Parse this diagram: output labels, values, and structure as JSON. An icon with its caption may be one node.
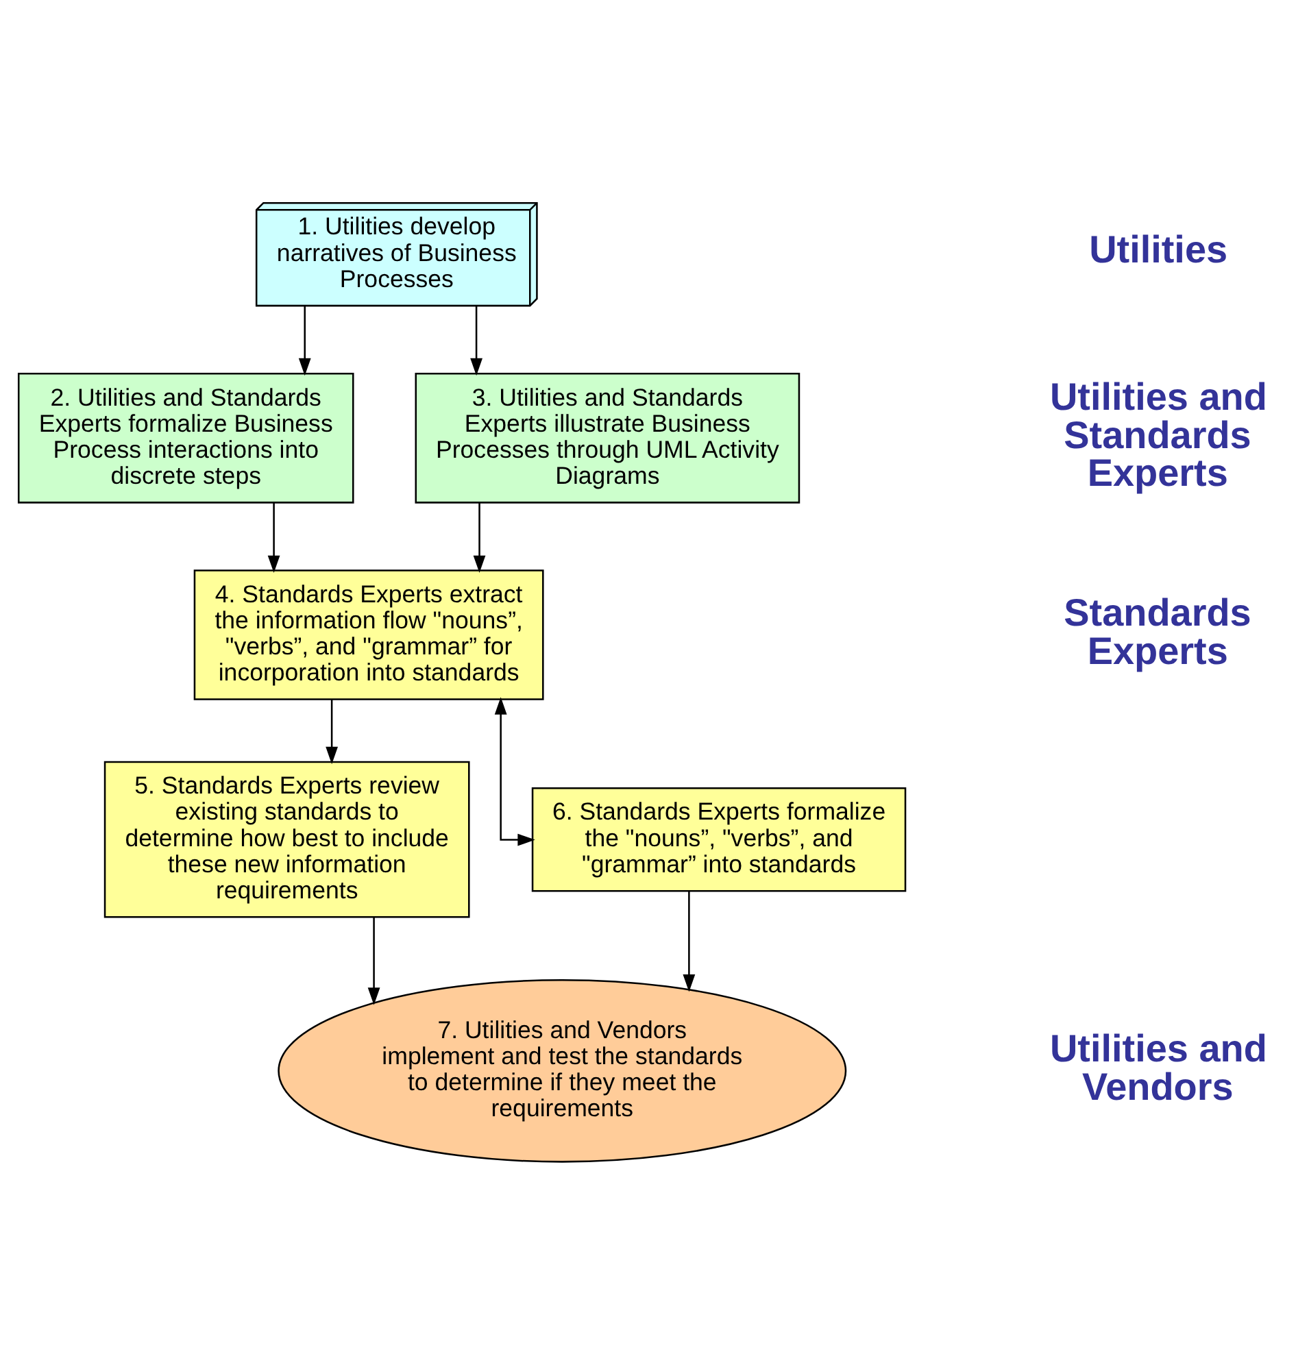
{
  "diagram": {
    "nodes": [
      {
        "text": [
          "1. Utilities develop narratives of Business Processes"
        ]
      },
      {
        "text": [
          "2. Utilities and Standards Experts formalize Business Process interactions into discrete steps"
        ]
      },
      {
        "text": [
          "3. Utilities and Standards Experts illustrate Business Processes through UML Activity Diagrams"
        ]
      },
      {
        "text": [
          "4. Standards Experts extract the information flow \"nouns”, \"verbs”, and \"grammar” for incorporation into standards"
        ]
      },
      {
        "text": [
          "5. Standards Experts review existing standards to determine how best to include these new information requirements"
        ]
      },
      {
        "text": [
          "6. Standards Experts formalize the \"nouns”, \"verbs”, and \"grammar” into standards"
        ]
      },
      {
        "text": [
          "7. Utilities and Vendors implement and test the standards to determine if they meet the requirements"
        ]
      }
    ],
    "edges": [
      {
        "from": 0,
        "to": 1,
        "arrow": "to"
      },
      {
        "from": 0,
        "to": 2,
        "arrow": "to"
      },
      {
        "from": 1,
        "to": 3,
        "arrow": "to"
      },
      {
        "from": 2,
        "to": 3,
        "arrow": "to"
      },
      {
        "from": 3,
        "to": 4,
        "arrow": "to"
      },
      {
        "from": 3,
        "to": 5,
        "arrow": "both"
      },
      {
        "from": 4,
        "to": 6,
        "arrow": "to"
      },
      {
        "from": 5,
        "to": 6,
        "arrow": "to"
      }
    ],
    "labels": [
      "Utilities",
      "Utilities and Standards Experts",
      "Standards Experts",
      "Utilities and Vendors"
    ]
  }
}
